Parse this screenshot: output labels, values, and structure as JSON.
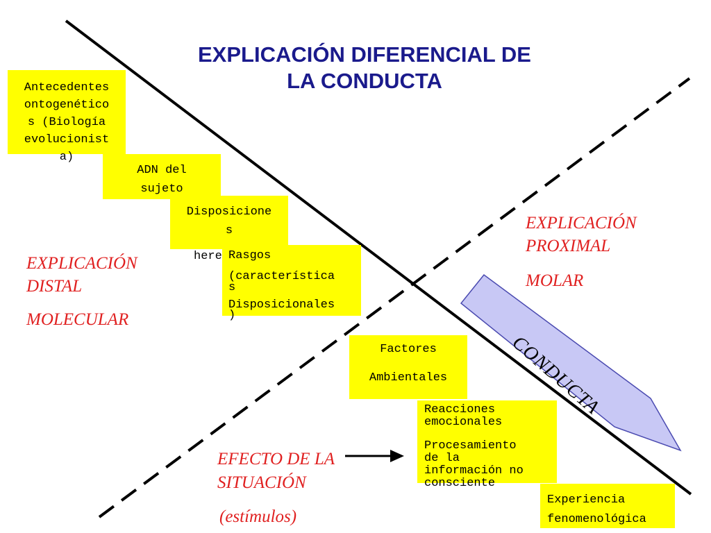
{
  "title": {
    "line1": "EXPLICACIÓN DIFERENCIAL DE",
    "line2": "LA CONDUCTA"
  },
  "boxes": {
    "antecedentes": [
      "Antecedentes",
      "ontogenético",
      "s (Biología",
      "evolucionist",
      "a)"
    ],
    "adn": [
      "ADN del",
      "sujeto"
    ],
    "disposiciones": [
      "Disposicione",
      "s"
    ],
    "disposiciones_overflow": "here",
    "rasgos": [
      "Rasgos",
      "(característica",
      "s",
      "Disposicionales",
      ")"
    ],
    "factores": [
      "Factores",
      "Ambientales"
    ],
    "reacciones": [
      "Reacciones",
      "emocionales"
    ],
    "procesamiento": [
      "Procesamiento",
      "de la",
      "información no",
      "consciente"
    ],
    "experiencia": [
      "Experiencia",
      "fenomenológica"
    ]
  },
  "labels": {
    "distal": [
      "EXPLICACIÓN",
      "DISTAL"
    ],
    "molecular": "MOLECULAR",
    "proximal": [
      "EXPLICACIÓN",
      "PROXIMAL"
    ],
    "molar": "MOLAR",
    "efecto": [
      "EFECTO DE LA",
      "SITUACIÓN"
    ],
    "estimulos": "(estímulos)",
    "conducta": "CONDUCTA"
  },
  "colors": {
    "title": "#1a1a8c",
    "box_fill": "#ffff00",
    "label_red": "#e02020",
    "arrow_fill": "#c8c8f5",
    "arrow_stroke": "#4a4ab0"
  }
}
